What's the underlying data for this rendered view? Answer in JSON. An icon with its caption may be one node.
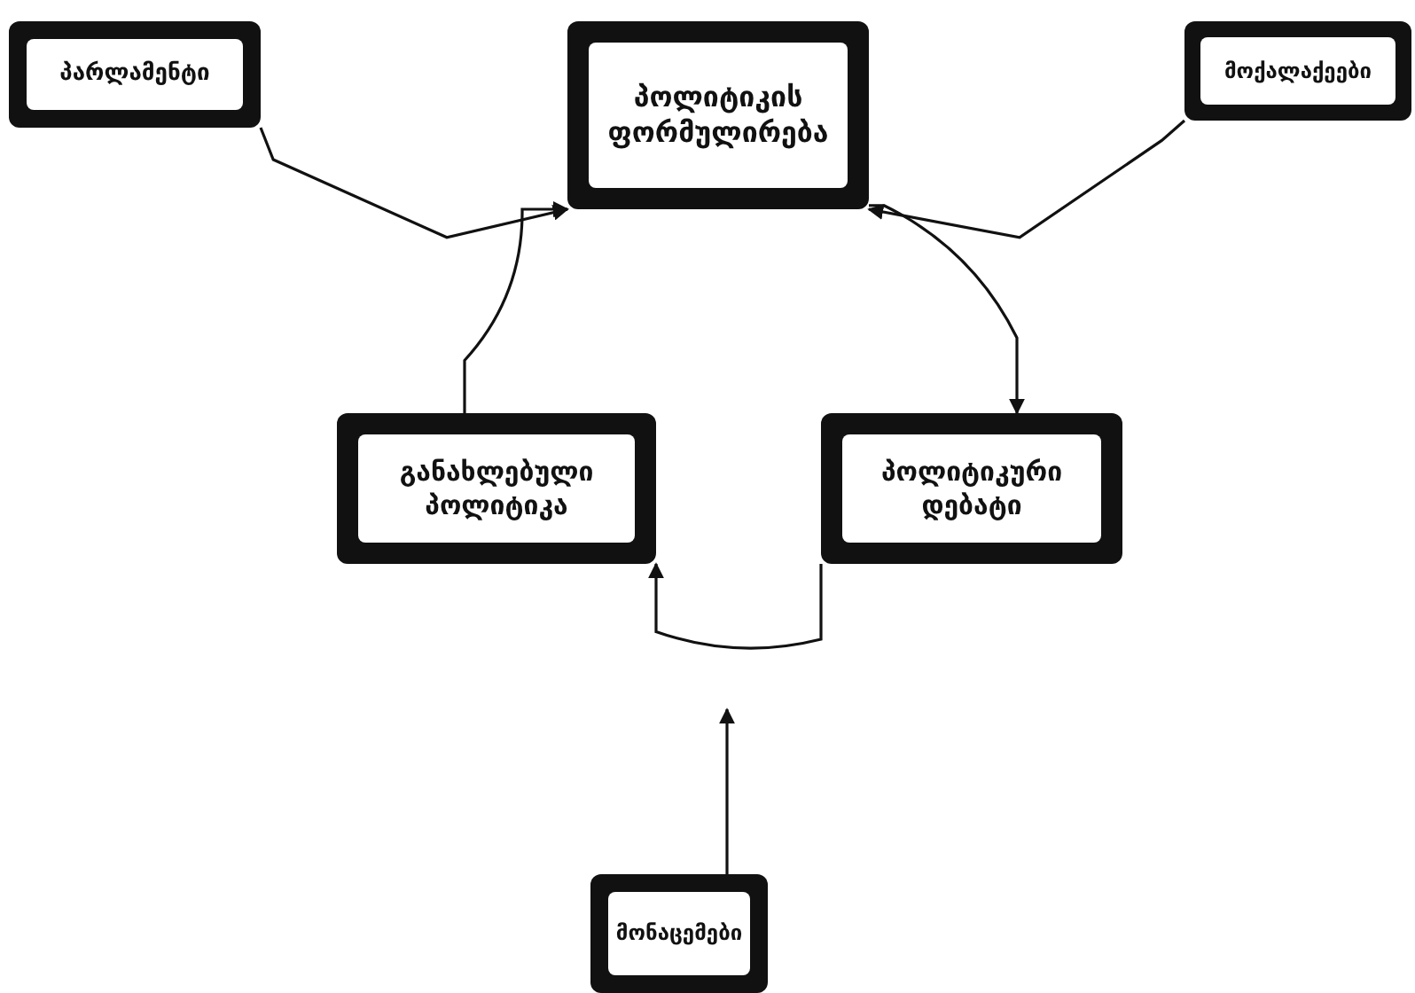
{
  "diagram": {
    "nodes": [
      {
        "text": [
          "პარლამენტი"
        ]
      },
      {
        "text": [
          "პოლიტიკის ფორმულირება"
        ]
      },
      {
        "text": [
          "მოქალაქეები"
        ]
      },
      {
        "text": [
          "განახლებული პოლიტიკა"
        ]
      },
      {
        "text": [
          "პოლიტიკური დებატი"
        ]
      },
      {
        "text": [
          "მონაცემები"
        ]
      }
    ],
    "edges": [
      {
        "from": 0,
        "to": 1,
        "arrow": "to"
      },
      {
        "from": 2,
        "to": 1,
        "arrow": "to"
      },
      {
        "from": 1,
        "to": 4,
        "arrow": "to"
      },
      {
        "from": 4,
        "to": 3,
        "arrow": "to"
      },
      {
        "from": 3,
        "to": 1,
        "arrow": "to"
      },
      {
        "from": 5,
        "to": null,
        "arrow": "to"
      }
    ]
  }
}
